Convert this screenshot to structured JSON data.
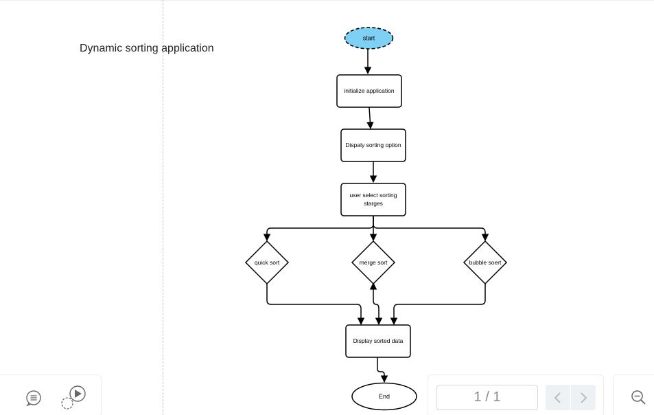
{
  "document": {
    "title": "Dynamic sorting application"
  },
  "flowchart": {
    "nodes": [
      {
        "id": "start",
        "shape": "ellipse",
        "label": "start",
        "fill": "#7fd0f5",
        "border": "dashed"
      },
      {
        "id": "init",
        "shape": "rect",
        "label": "initialize application"
      },
      {
        "id": "display_options",
        "shape": "rect",
        "label": "Dispaly sorting option"
      },
      {
        "id": "select",
        "shape": "rect",
        "label_lines": [
          "user select sorting",
          "starges"
        ]
      },
      {
        "id": "quick",
        "shape": "diamond",
        "label": "quick sort"
      },
      {
        "id": "merge",
        "shape": "diamond",
        "label": "merge sort"
      },
      {
        "id": "bubble",
        "shape": "diamond",
        "label": "bubble soert"
      },
      {
        "id": "display_sorted",
        "shape": "rect",
        "label": "Display sorted data"
      },
      {
        "id": "end",
        "shape": "ellipse",
        "label": "End"
      }
    ],
    "edges": [
      {
        "from": "start",
        "to": "init"
      },
      {
        "from": "init",
        "to": "display_options"
      },
      {
        "from": "display_options",
        "to": "select"
      },
      {
        "from": "select",
        "to": "quick"
      },
      {
        "from": "select",
        "to": "merge"
      },
      {
        "from": "select",
        "to": "bubble"
      },
      {
        "from": "quick",
        "to": "display_sorted"
      },
      {
        "from": "merge",
        "to": "display_sorted"
      },
      {
        "from": "bubble",
        "to": "display_sorted"
      },
      {
        "from": "display_sorted",
        "to": "end"
      }
    ]
  },
  "toolbar": {
    "icons": [
      "page-icon",
      "comment-icon",
      "play-icon",
      "zoom-out-icon"
    ],
    "page_indicator": "1 / 1",
    "prev_icon": "chevron-left-icon",
    "next_icon": "chevron-right-icon"
  },
  "colors": {
    "start_fill": "#7fd0f5",
    "stroke": "#000000",
    "nav_bg": "#eef1f4"
  }
}
